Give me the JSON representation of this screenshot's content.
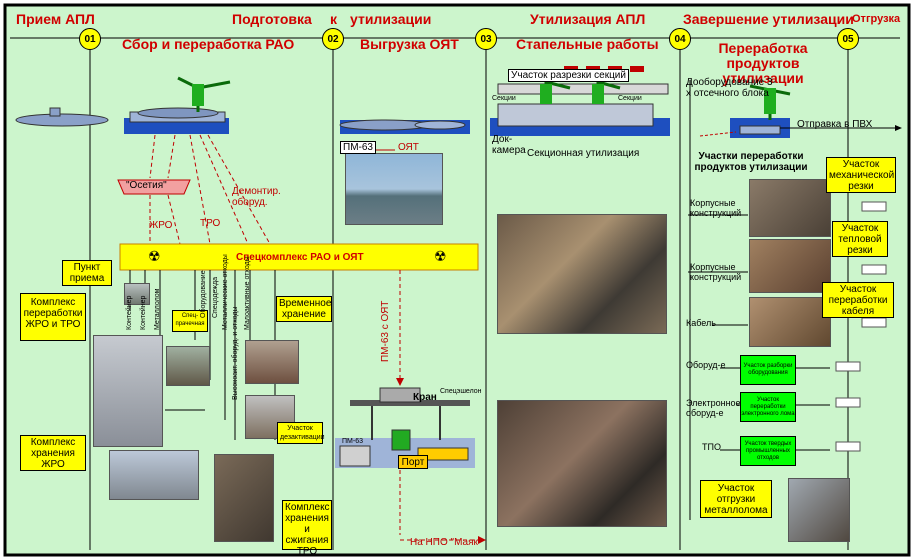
{
  "headers": {
    "receive": "Прием АПЛ",
    "prep_a": "Подготовка",
    "prep_b": "к",
    "prep_c": "утилизации",
    "util": "Утилизация АПЛ",
    "finish": "Завершение утилизации",
    "shipment": "Отгрузка"
  },
  "phases": [
    "01",
    "02",
    "03",
    "04",
    "05"
  ],
  "subheaders": {
    "rao": "Сбор и переработка РАО",
    "oyat": "Выгрузка ОЯТ",
    "slip": "Стапельные работы",
    "products": "Переработка продуктов утилизации"
  },
  "labels": {
    "ossetia": "\"Осетия\"",
    "zhro": "ЖРО",
    "tro": "ТРО",
    "dismantled": "Демонтир. оборуд.",
    "pm63": "ПМ-63",
    "oyat_arrow": "ОЯТ",
    "pm63_oyat": "ПМ-63 с ОЯТ",
    "complex": "Спецкомплекс РАО и ОЯТ",
    "section_cut": "Участок разрезки секций",
    "sections_left": "Секции",
    "sections_right": "Секции",
    "dock": "Док-камера",
    "section_util": "Секционная утилизация",
    "block_fit": "Дооборудование 3-х отсечного блока",
    "pvh": "Отправка в ПВХ",
    "products_areas": "Участки переработки продуктов утилизации",
    "hull_1": "Корпусные конструкций",
    "hull_2": "Корпусные конструкций",
    "cable": "Кабель",
    "equip": "Оборуд-е",
    "electronic": "Электронное оборуд-е",
    "tpo": "ТПО",
    "crane": "Кран",
    "special_echelon": "Спецэшелон",
    "port": "Порт",
    "mayak": "На НПО \"Маяк\"",
    "pm63_small": "ПМ-63",
    "spec_laundry": "Спец-прачечная",
    "v_labels": [
      "Контейнер",
      "Контейнер",
      "Металлолом",
      "Оборудование",
      "Спецодежда",
      "Металлические отходы",
      "Высокоакт. оборуд. и отходы",
      "Малоактивные отходы"
    ]
  },
  "boxes": {
    "intake": "Пункт приема",
    "complex_zhro_tro": "Комплекс переработки ЖРО и ТРО",
    "complex_storage": "Комплекс хранения ЖРО",
    "temp_storage": "Временное хранение",
    "decontam": "Участок дезактивации",
    "storage_burn": "Комплекс хранения и сжигания ТРО",
    "mech_cut": "Участок механической резки",
    "thermal_cut": "Участок тепловой резки",
    "cable_proc": "Участок переработки кабеля",
    "scrap_ship": "Участок отгрузки металлолома",
    "equip_dis": "Участок разборки оборудования",
    "electronic_scrap": "Участок переработки электронного лома",
    "solid_waste": "Участок твердых промышленных отходов"
  }
}
